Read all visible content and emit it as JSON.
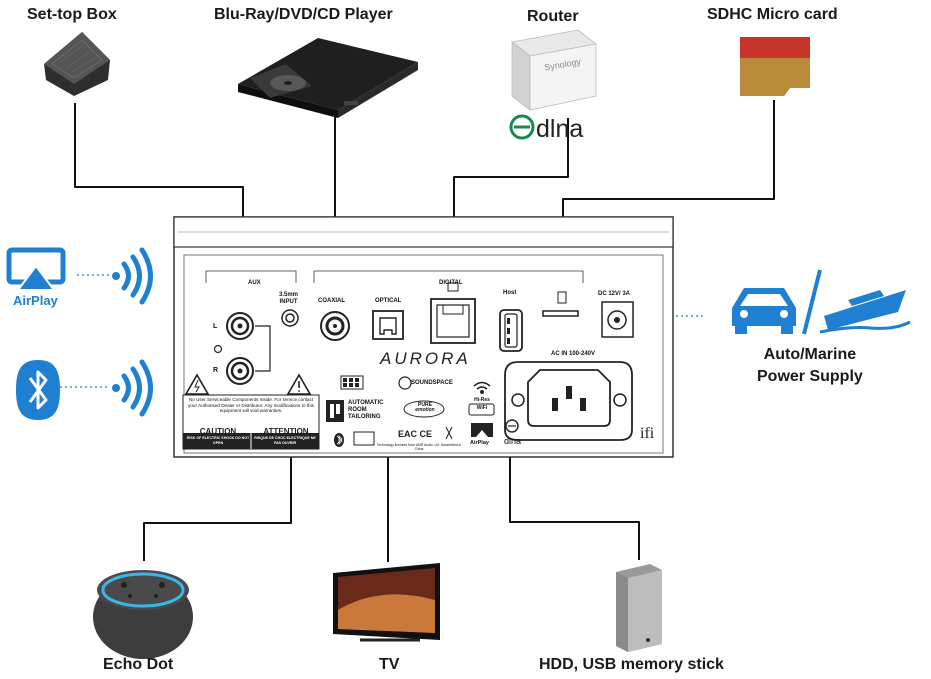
{
  "labels": {
    "settop": "Set-top Box",
    "bluray": "Blu-Ray/DVD/CD Player",
    "router": "Router",
    "sdhc": "SDHC Micro card",
    "airplay": "AirPlay",
    "auto_marine_line1": "Auto/Marine",
    "auto_marine_line2": "Power Supply",
    "echo": "Echo Dot",
    "tv": "TV",
    "hdd": "HDD, USB memory stick",
    "dlna": "dlna",
    "synology": "Synology"
  },
  "panel": {
    "aux": "AUX",
    "input_35_line1": "3.5mm",
    "input_35_line2": "INPUT",
    "coaxial": "COAXIAL",
    "optical": "OPTICAL",
    "digital": "DIGITAL",
    "host": "Host",
    "dc": "DC 12V/ 3A",
    "ac": "AC IN 100-240V",
    "brand": "AURORA",
    "ifi": "ifi",
    "left": "L",
    "right": "R",
    "warning": "No User Serviceable Components Inside. For service,contact your Authorised Dealer or Distributor. Any modifications to this equipment will void warranties.",
    "caution": "CAUTION",
    "attention": "ATTENTION",
    "caution_sub": "RISK OF ELECTRIC SHOCK DO NOT OPEN",
    "attention_sub": "RISQUE DE CHOC ELECTRIQUE NE PAS OUVRIR",
    "art_line1": "AUTOMATIC",
    "art_line2": "ROOM",
    "art_line3": "TAILORING",
    "soundspace": "SOUNDSPACE",
    "pure_line1": "PURE",
    "pure_line2": "emotion",
    "hires_line1": "Hi-Res",
    "hires_line2": "WiFi",
    "airplay_small": "AirPlay",
    "dlna_small": "dlna",
    "made_in": "Technology licensed from AMR Audio, UK. Assembled in China"
  },
  "colors": {
    "accent_blue": "#1f7fd0",
    "line": "#111111",
    "panel_stroke": "#333333"
  }
}
